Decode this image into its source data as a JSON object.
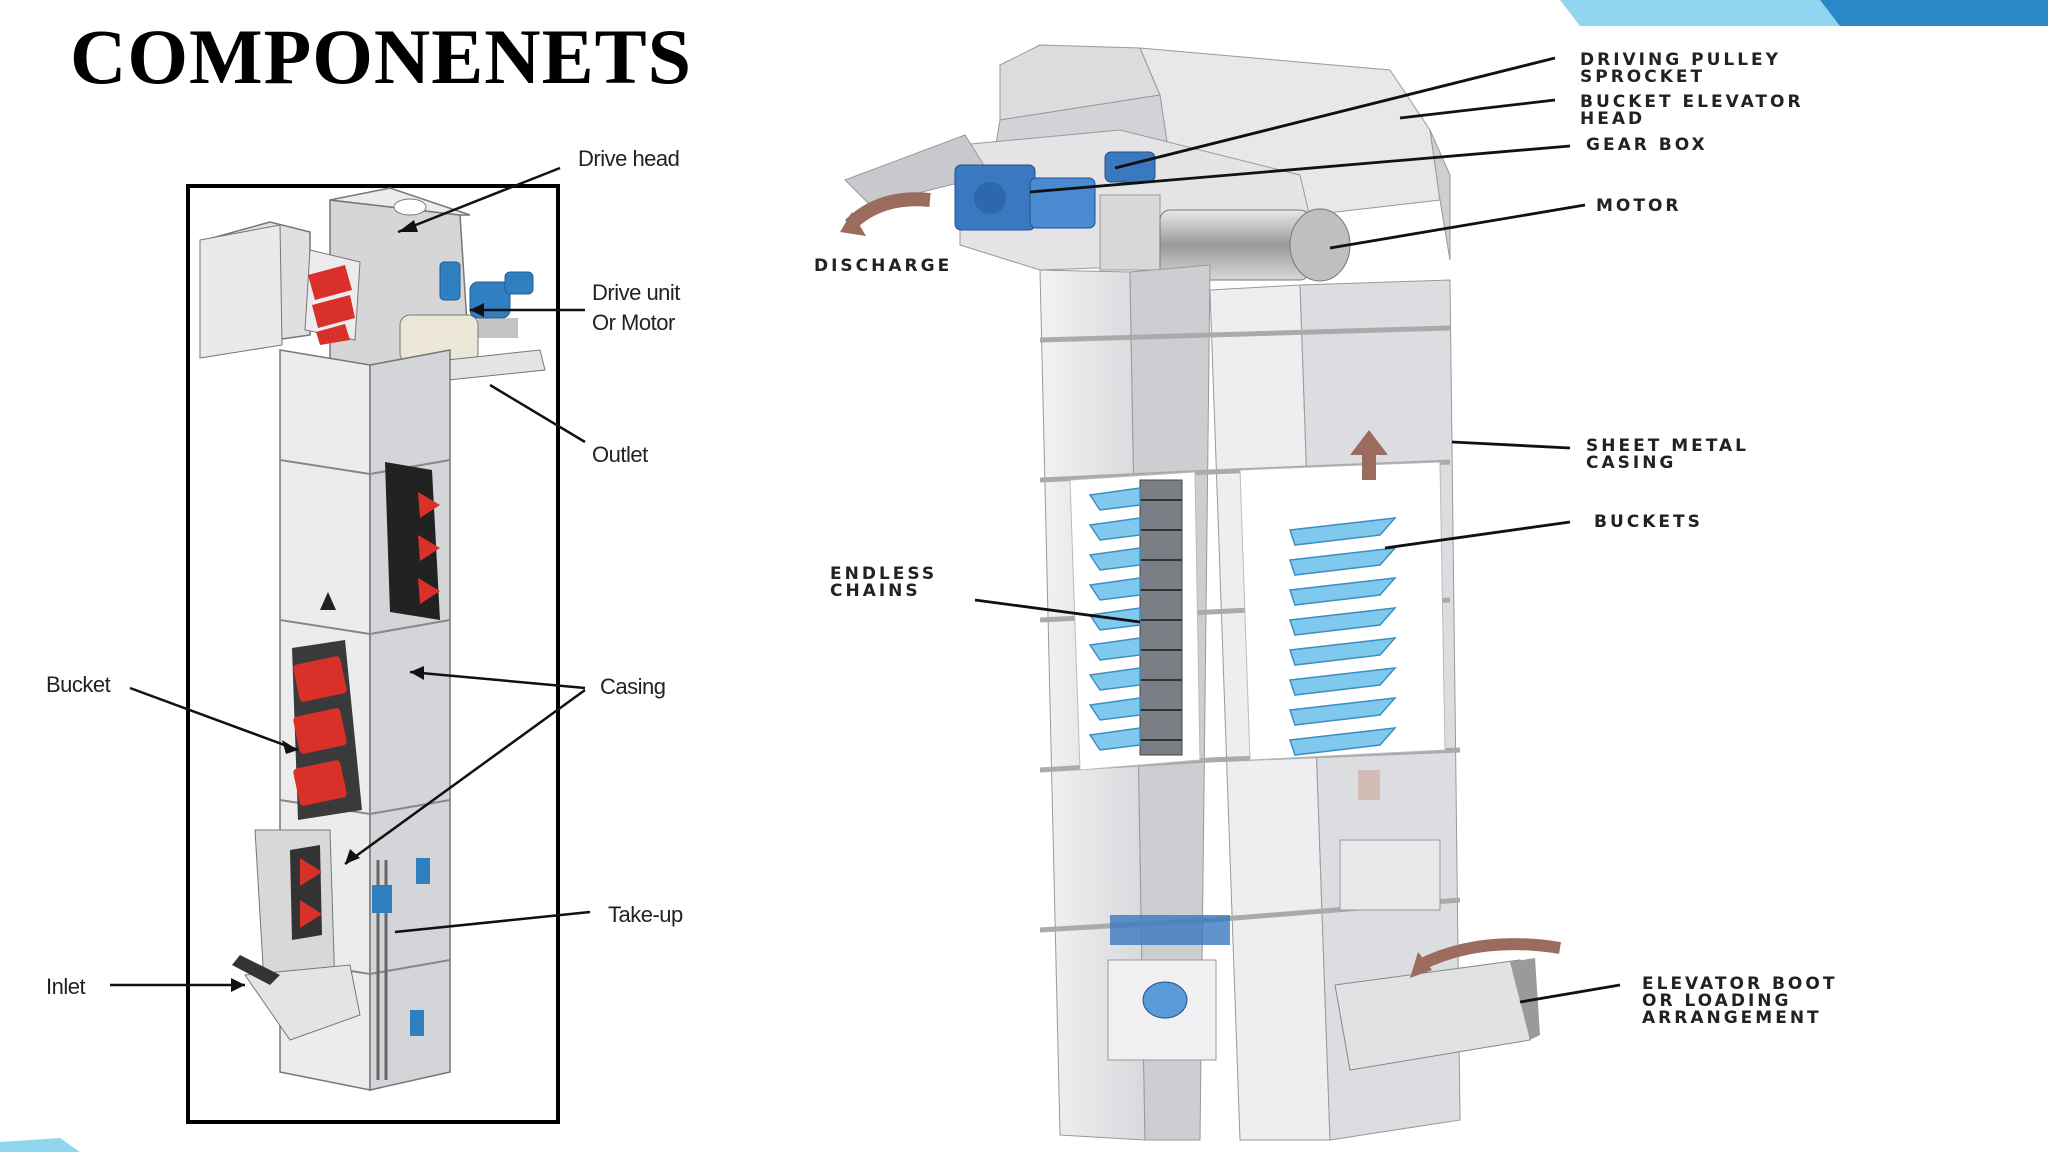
{
  "title": "COMPONENETS",
  "theme": {
    "accent_light": "#8fd6ee",
    "accent_dark": "#2a88c8",
    "bucket_red": "#d9302a",
    "bucket_blue": "#7fc8ee",
    "casing_gray": "#e6e6e8"
  },
  "left_diagram": {
    "labels": {
      "drive_head": "Drive head",
      "drive_unit": "Drive unit",
      "or_motor": "Or Motor",
      "outlet": "Outlet",
      "bucket": "Bucket",
      "casing": "Casing",
      "take_up": "Take-up",
      "inlet": "Inlet"
    }
  },
  "right_diagram": {
    "labels": {
      "driving_pulley_1": "DRIVING PULLEY",
      "driving_pulley_2": "SPROCKET",
      "elevator_head_1": "BUCKET ELEVATOR",
      "elevator_head_2": "HEAD",
      "gear_box": "GEAR BOX",
      "motor": "MOTOR",
      "discharge": "DISCHARGE",
      "sheet_metal_1": "SHEET METAL",
      "sheet_metal_2": "CASING",
      "buckets": "BUCKETS",
      "endless_chains_1": "ENDLESS",
      "endless_chains_2": "CHAINS",
      "boot_1": "ELEVATOR BOOT",
      "boot_2": "OR LOADING",
      "boot_3": "ARRANGEMENT"
    }
  }
}
